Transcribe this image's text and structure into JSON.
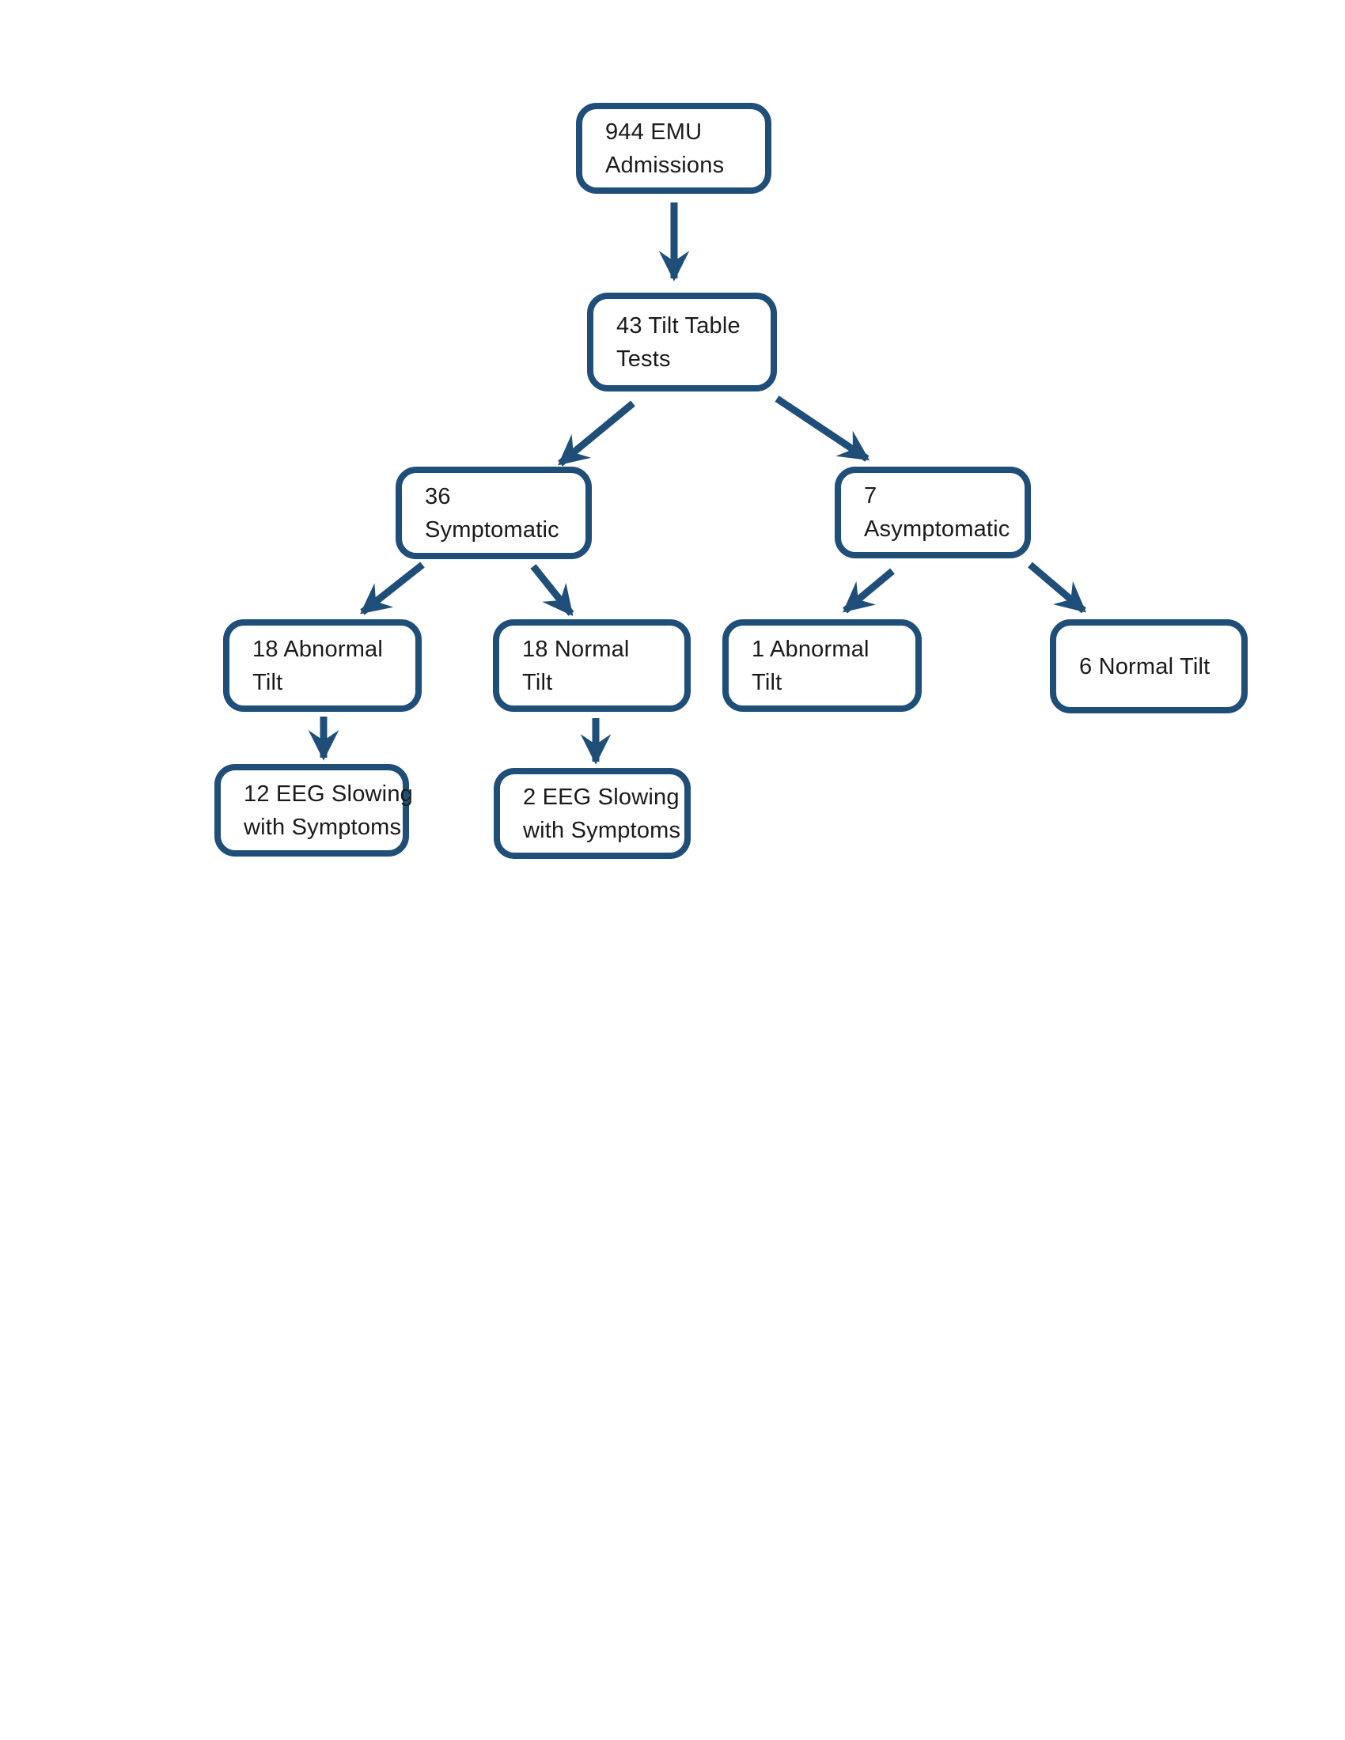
{
  "diagram": {
    "title_semantic": "EMU tilt table test outcomes flowchart",
    "accent_color": "#1f4e79",
    "text_color": "#1a1a1a",
    "background_color": "#ffffff",
    "nodes": {
      "emu_admissions": {
        "lines": [
          "944 EMU",
          "Admissions"
        ]
      },
      "tilt_table_tests": {
        "lines": [
          "43 Tilt Table",
          "Tests"
        ]
      },
      "symptomatic": {
        "lines": [
          "36",
          "Symptomatic"
        ]
      },
      "asymptomatic": {
        "lines": [
          "7",
          "Asymptomatic"
        ]
      },
      "symptomatic_abnormal_tilt": {
        "lines": [
          "18 Abnormal",
          "Tilt"
        ]
      },
      "symptomatic_normal_tilt": {
        "lines": [
          "18 Normal",
          "Tilt"
        ]
      },
      "asymptomatic_abnormal_tilt": {
        "lines": [
          "1 Abnormal",
          "Tilt"
        ]
      },
      "asymptomatic_normal_tilt": {
        "lines": [
          "6 Normal Tilt"
        ]
      },
      "eeg_slowing_12": {
        "lines": [
          "12 EEG Slowing",
          "with Symptoms"
        ]
      },
      "eeg_slowing_2": {
        "lines": [
          "2 EEG Slowing",
          "with Symptoms"
        ]
      }
    },
    "edges": [
      {
        "from": "emu_admissions",
        "to": "tilt_table_tests"
      },
      {
        "from": "tilt_table_tests",
        "to": "symptomatic"
      },
      {
        "from": "tilt_table_tests",
        "to": "asymptomatic"
      },
      {
        "from": "symptomatic",
        "to": "symptomatic_abnormal_tilt"
      },
      {
        "from": "symptomatic",
        "to": "symptomatic_normal_tilt"
      },
      {
        "from": "asymptomatic",
        "to": "asymptomatic_abnormal_tilt"
      },
      {
        "from": "asymptomatic",
        "to": "asymptomatic_normal_tilt"
      },
      {
        "from": "symptomatic_abnormal_tilt",
        "to": "eeg_slowing_12"
      },
      {
        "from": "symptomatic_normal_tilt",
        "to": "eeg_slowing_2"
      }
    ]
  }
}
